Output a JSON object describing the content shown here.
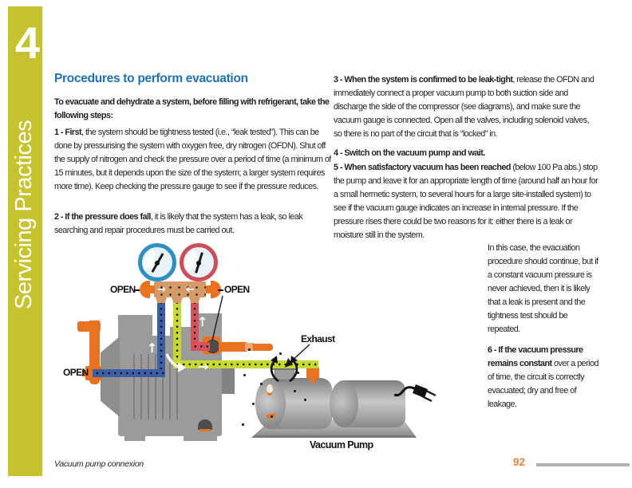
{
  "sidebar": {
    "chapter_number": "4",
    "title": "Servicing Practices"
  },
  "article": {
    "heading": "Procedures to perform evacuation",
    "intro": "To evacuate and dehydrate a system, before filling with refrigerant, take the following steps:",
    "steps": {
      "s1_lead": "1 - First",
      "s1_text": ", the system should be tightness tested (i.e., “leak tested”). This can be done by pressurising the system with oxygen free, dry nitrogen (OFDN). Shut off the supply of nitrogen and check the pressure over a period of time (a minimum of 15 minutes, but it depends upon the size of the system; a larger system requires more time). Keep checking the pressure gauge to see if the pressure reduces.",
      "s2_lead": "2 - If the pressure does fall",
      "s2_text": ", it is likely that the system has a leak, so leak searching and repair procedures must be carried out.",
      "s3_lead": "3 - When the system is confirmed to be leak-tight",
      "s3_text": ", release the OFDN and immediately connect a proper vacuum pump to both suction side and discharge the side of the compressor (see diagrams), and make sure the vacuum gauge is connected. Open all the valves, including solenoid valves, so there is no part of the circuit that is “locked” in.",
      "s4_lead": "4 - Switch on the vacuum pump and wait.",
      "s5_lead": "5 - When satisfactory vacuum has been reached",
      "s5_text": " (below 100 Pa abs.) stop the pump and leave it for an appropriate length of time (around half an hour for a small hermetic system, to several hours for a large site-installed system) to see if the vacuum gauge indicates an increase in internal pressure. If the pressure rises there could be two reasons for it: either there is a leak or moisture still in the system.",
      "s5_cont": "In this case, the evacuation procedure should continue, but if a constant vacuum pressure is never achieved, then it is likely that a leak is present and the tightness test should be repeated.",
      "s6_lead": "6 - If the vacuum pressure remains constant",
      "s6_text": " over a period of time, the circuit is correctly evacuated; dry and free of leakage."
    }
  },
  "diagram": {
    "label_open_manifold_left": "OPEN",
    "label_open_manifold_right": "OPEN",
    "label_open_compressor": "OPEN",
    "label_exhaust": "Exhaust",
    "label_vacuum_pump": "Vacuum Pump"
  },
  "footer": {
    "caption": "Vacuum pump connexion",
    "page_number": "92"
  },
  "colors": {
    "sidebar_yellow": "#c7c32e",
    "heading_blue": "#1d71b8",
    "accent_orange": "#f08038",
    "pipe_orange": "#e8721f",
    "hose_blue": "#3c5fa6",
    "hose_yellow": "#c7d831",
    "hose_red": "#d8525c",
    "gauge_blue": "#2f8fc2",
    "gauge_red": "#cb4f5a",
    "manifold_tan": "#d49a67"
  }
}
